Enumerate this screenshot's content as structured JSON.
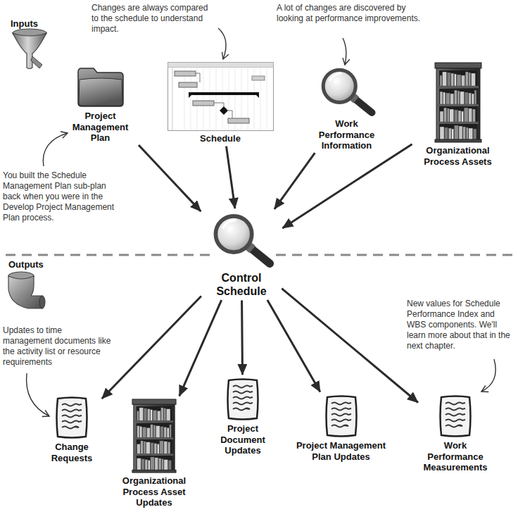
{
  "diagram": {
    "nodes": [
      {
        "text": [
          "Project Management Plan"
        ]
      },
      {
        "text": [
          "Schedule"
        ]
      },
      {
        "text": [
          "Work Performance Information"
        ]
      },
      {
        "text": [
          "Organizational Process Assets"
        ]
      },
      {
        "text": [
          "Control Schedule"
        ]
      },
      {
        "text": [
          "Change Requests"
        ]
      },
      {
        "text": [
          "Organizational Process Asset Updates"
        ]
      },
      {
        "text": [
          "Project Document Updates"
        ]
      },
      {
        "text": [
          "Project Management Plan Updates"
        ]
      },
      {
        "text": [
          "Work Performance Measurements"
        ]
      }
    ],
    "edges": [
      {
        "from": 0,
        "to": 4,
        "arrow": "to"
      },
      {
        "from": 1,
        "to": 4,
        "arrow": "to"
      },
      {
        "from": 2,
        "to": 4,
        "arrow": "to"
      },
      {
        "from": 3,
        "to": 4,
        "arrow": "to"
      },
      {
        "from": 4,
        "to": 5,
        "arrow": "to"
      },
      {
        "from": 4,
        "to": 6,
        "arrow": "to"
      },
      {
        "from": 4,
        "to": 7,
        "arrow": "to"
      },
      {
        "from": 4,
        "to": 8,
        "arrow": "to"
      },
      {
        "from": 4,
        "to": 9,
        "arrow": "to"
      }
    ],
    "labels": [
      "Inputs",
      "Changes are always compared to the schedule to understand impact.",
      "A lot of changes are discovered by looking at performance improvements.",
      "You built the Schedule Management Plan sub-plan back when you were in the Develop Project Management Plan process.",
      "Outputs",
      "Updates to time management documents like the activity list or resource requirements",
      "New values for Schedule Performance Index and WBS components. We'll learn more about that in the next chapter."
    ]
  }
}
